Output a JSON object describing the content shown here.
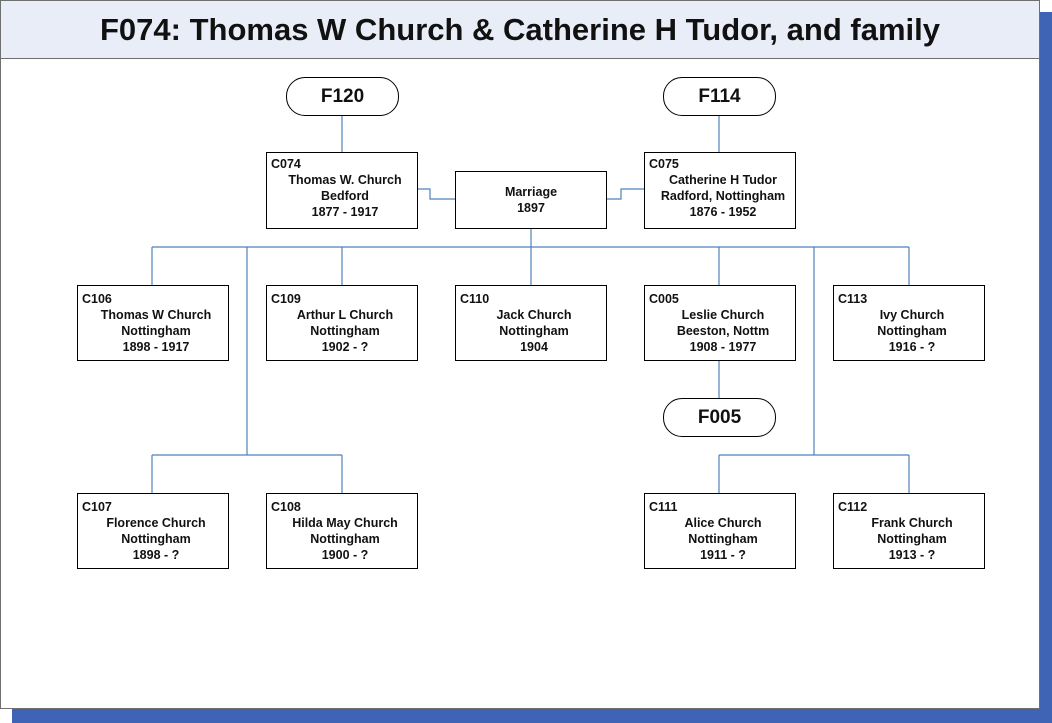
{
  "title": "F074: Thomas W Church & Catherine H Tudor, and family",
  "families": {
    "f120": "F120",
    "f114": "F114",
    "f005": "F005"
  },
  "parents": {
    "father": {
      "id": "C074",
      "name": "Thomas W. Church",
      "place": "Bedford",
      "dates": "1877 - 1917"
    },
    "mother": {
      "id": "C075",
      "name": "Catherine H Tudor",
      "place": "Radford, Nottingham",
      "dates": "1876 - 1952"
    }
  },
  "marriage": {
    "label": "Marriage",
    "year": "1897"
  },
  "children": {
    "c106": {
      "id": "C106",
      "name": "Thomas W Church",
      "place": "Nottingham",
      "dates": "1898 - 1917"
    },
    "c109": {
      "id": "C109",
      "name": "Arthur L Church",
      "place": "Nottingham",
      "dates": "1902 - ?"
    },
    "c110": {
      "id": "C110",
      "name": "Jack Church",
      "place": "Nottingham",
      "dates": "1904"
    },
    "c005": {
      "id": "C005",
      "name": "Leslie Church",
      "place": "Beeston, Nottm",
      "dates": "1908 - 1977"
    },
    "c113": {
      "id": "C113",
      "name": "Ivy Church",
      "place": "Nottingham",
      "dates": "1916 - ?"
    },
    "c107": {
      "id": "C107",
      "name": "Florence Church",
      "place": "Nottingham",
      "dates": "1898 - ?"
    },
    "c108": {
      "id": "C108",
      "name": "Hilda May Church",
      "place": "Nottingham",
      "dates": "1900 - ?"
    },
    "c111": {
      "id": "C111",
      "name": "Alice Church",
      "place": "Nottingham",
      "dates": "1911 - ?"
    },
    "c112": {
      "id": "C112",
      "name": "Frank Church",
      "place": "Nottingham",
      "dates": "1913 - ?"
    }
  },
  "colors": {
    "connector": "#4f81bd",
    "shadow": "#3f63b5",
    "title_background": "#e8edf7"
  }
}
